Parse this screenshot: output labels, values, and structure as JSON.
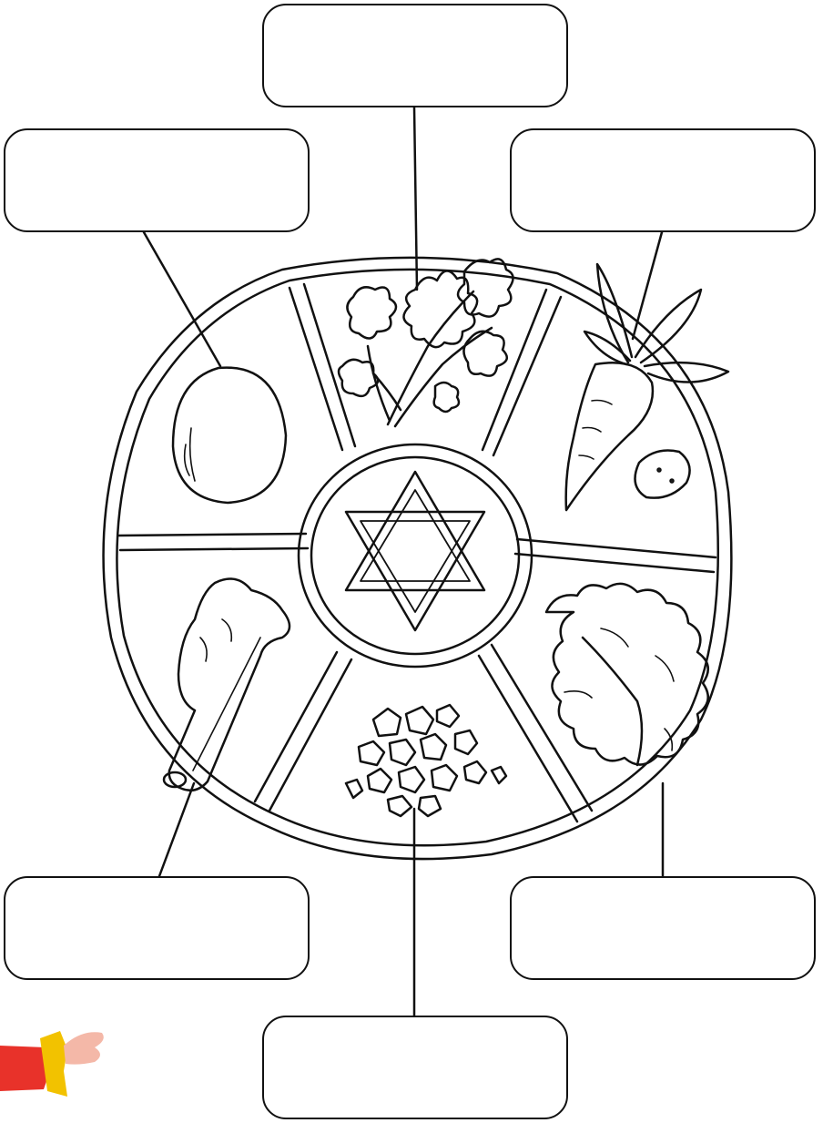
{
  "labels": {
    "top": "",
    "top_left": "",
    "top_right": "",
    "bottom_left": "",
    "bottom_right": "",
    "bottom": ""
  },
  "plate_items": [
    "parsley-sprig",
    "carrot-and-potato",
    "lettuce",
    "charoset",
    "shank-bone",
    "egg",
    "star-of-david"
  ],
  "colors": {
    "line": "#111111",
    "paper": "#ffffff",
    "sleeve": "#e8322a",
    "cuff": "#f2c200",
    "hand": "#f4b8a8"
  }
}
